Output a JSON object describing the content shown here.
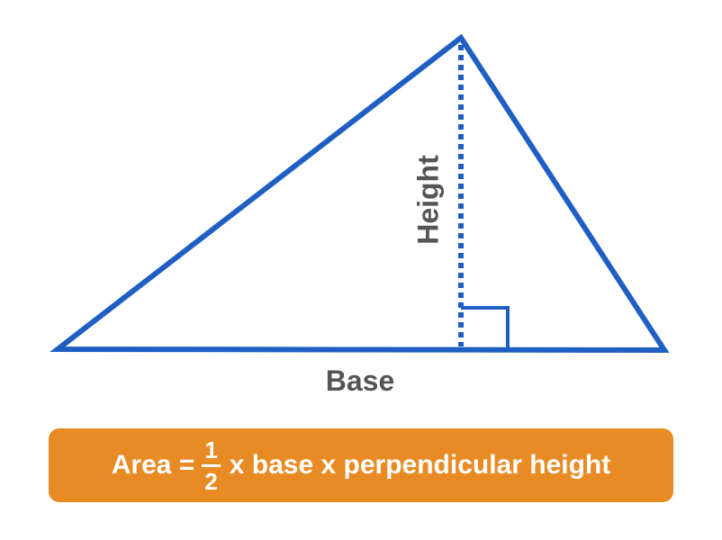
{
  "diagram": {
    "height_label": "Height",
    "base_label": "Base",
    "colors": {
      "triangle_stroke": "#1f5fc4",
      "label_text": "#555555",
      "formula_background": "#e88b25",
      "formula_text": "#ffffff"
    }
  },
  "formula": {
    "prefix": "Area =",
    "fraction_numerator": "1",
    "fraction_denominator": "2",
    "suffix": "x base x perpendicular height"
  }
}
